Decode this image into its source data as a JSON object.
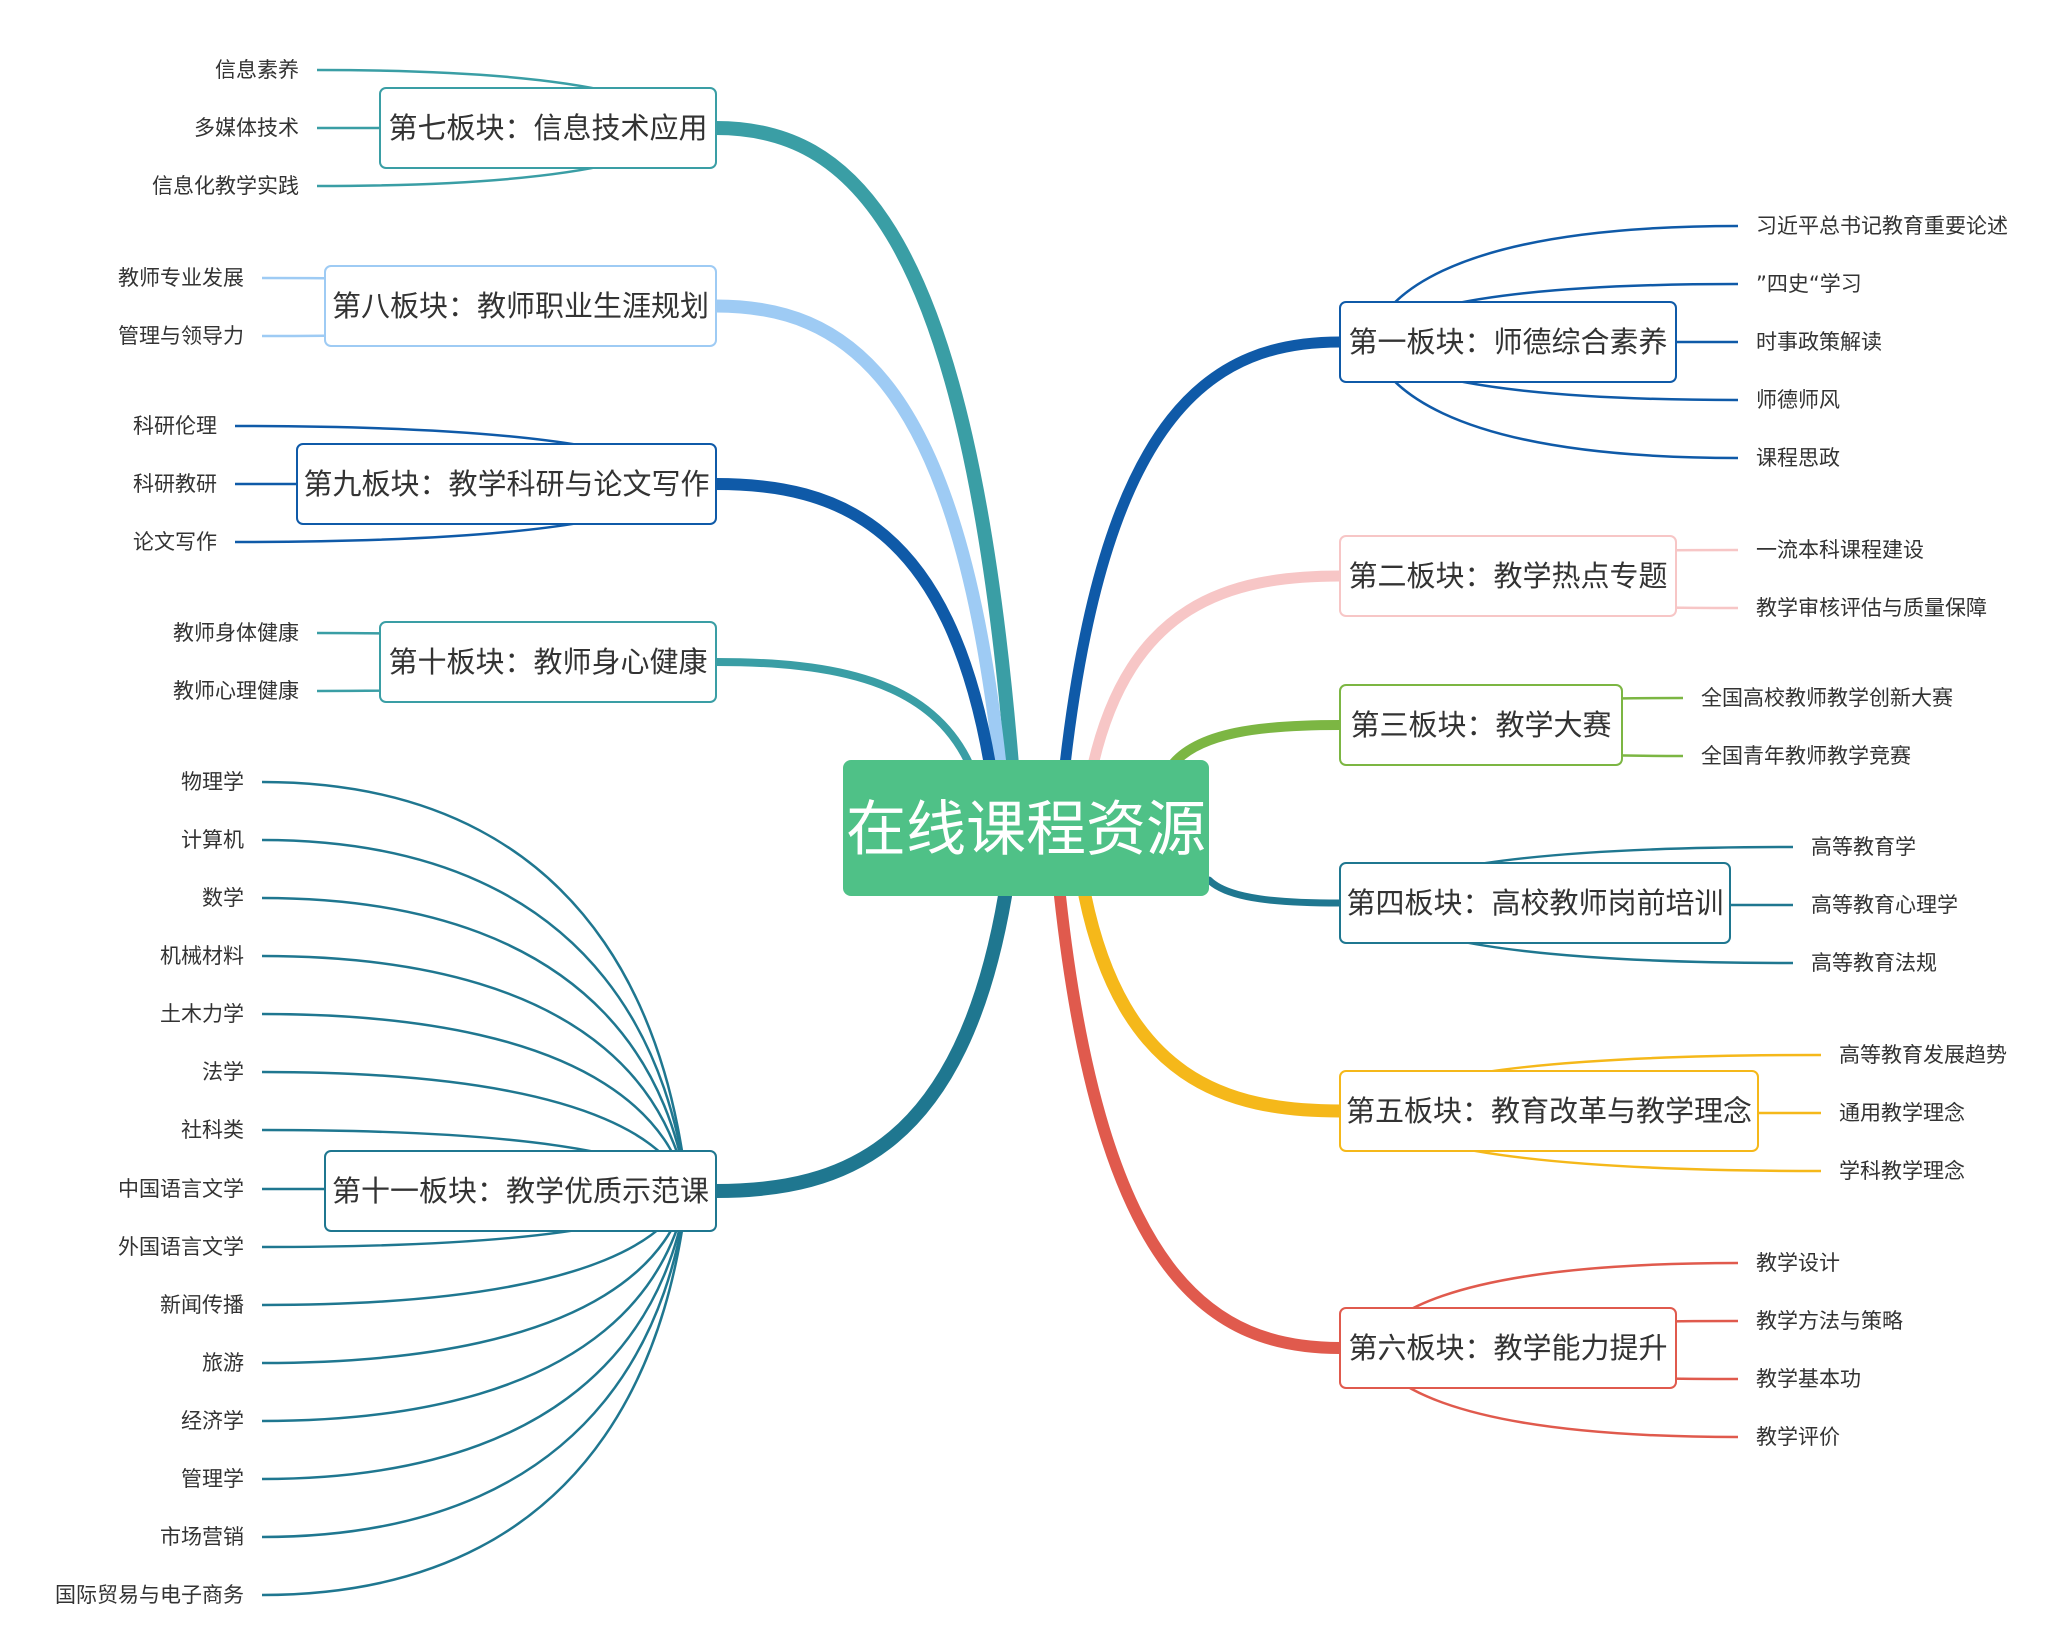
{
  "root": {
    "label": "在线课程资源",
    "color": "#4fc187"
  },
  "branches": [
    {
      "id": "b1",
      "label": "第一板块：师德综合素养",
      "color": "#0f5aa8",
      "leaves": [
        "习近平总书记教育重要论述",
        "”四史“学习",
        "时事政策解读",
        "师德师风",
        "课程思政"
      ]
    },
    {
      "id": "b2",
      "label": "第二板块：教学热点专题",
      "color": "#f7c6c6",
      "leaves": [
        "一流本科课程建设",
        "教学审核评估与质量保障"
      ]
    },
    {
      "id": "b3",
      "label": "第三板块：教学大赛",
      "color": "#7cb643",
      "leaves": [
        "全国高校教师教学创新大赛",
        "全国青年教师教学竞赛"
      ]
    },
    {
      "id": "b4",
      "label": "第四板块：高校教师岗前培训",
      "color": "#1f7790",
      "leaves": [
        "高等教育学",
        "高等教育心理学",
        "高等教育法规"
      ]
    },
    {
      "id": "b5",
      "label": "第五板块：教育改革与教学理念",
      "color": "#f5b81a",
      "leaves": [
        "高等教育发展趋势",
        "通用教学理念",
        "学科教学理念"
      ]
    },
    {
      "id": "b6",
      "label": "第六板块：教学能力提升",
      "color": "#e05a4d",
      "leaves": [
        "教学设计",
        "教学方法与策略",
        "教学基本功",
        "教学评价"
      ]
    },
    {
      "id": "b7",
      "label": "第七板块：信息技术应用",
      "color": "#3a9ea5",
      "leaves": [
        "信息素养",
        "多媒体技术",
        "信息化教学实践"
      ]
    },
    {
      "id": "b8",
      "label": "第八板块：教师职业生涯规划",
      "color": "#9ecbf4",
      "leaves": [
        "教师专业发展",
        "管理与领导力"
      ]
    },
    {
      "id": "b9",
      "label": "第九板块：教学科研与论文写作",
      "color": "#0f5aa8",
      "leaves": [
        "科研伦理",
        "科研教研",
        "论文写作"
      ]
    },
    {
      "id": "b10",
      "label": "第十板块：教师身心健康",
      "color": "#3a9ea5",
      "leaves": [
        "教师身体健康",
        "教师心理健康"
      ]
    },
    {
      "id": "b11",
      "label": "第十一板块：教学优质示范课",
      "color": "#1f7790",
      "leaves": [
        "物理学",
        "计算机",
        "数学",
        "机械材料",
        "土木力学",
        "法学",
        "社科类",
        "中国语言文学",
        "外国语言文学",
        "新闻传播",
        "旅游",
        "经济学",
        "管理学",
        "市场营销",
        "国际贸易与电子商务"
      ]
    }
  ]
}
